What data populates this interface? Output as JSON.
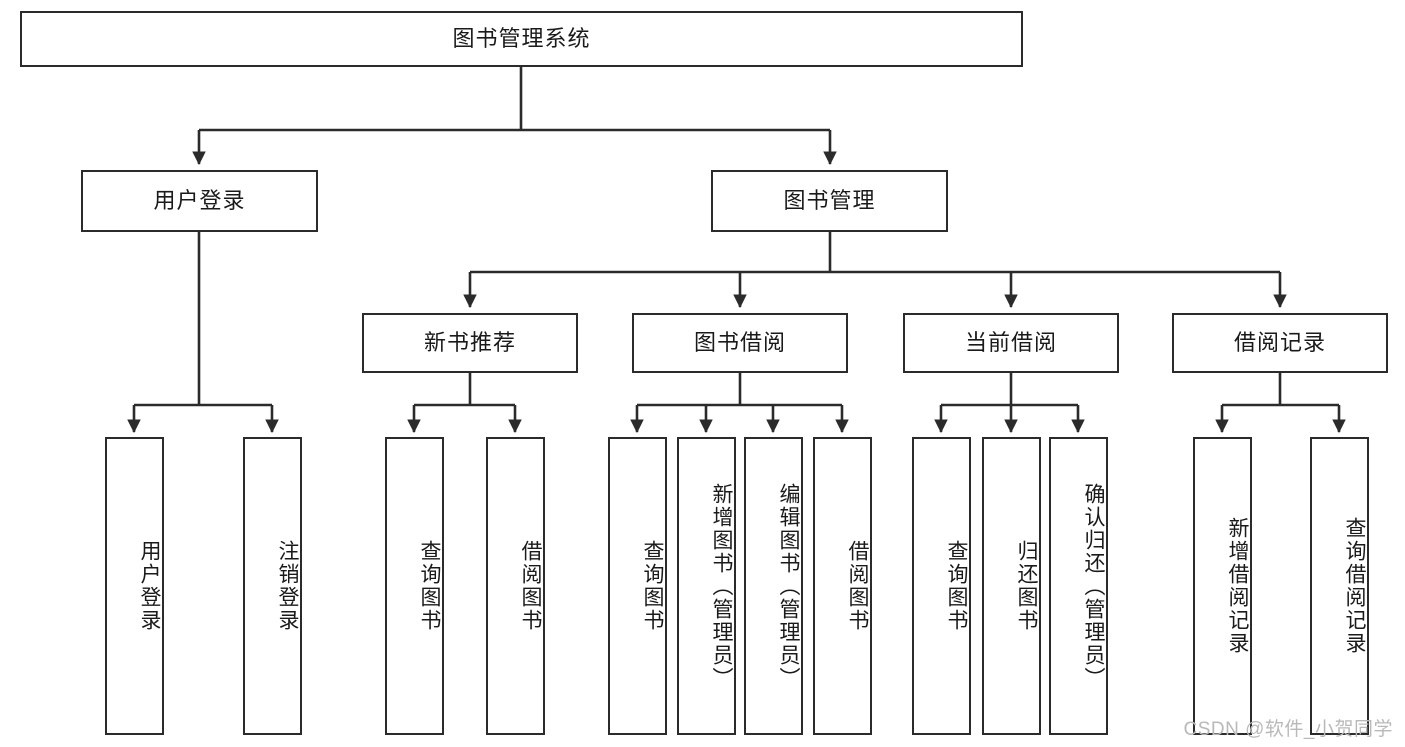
{
  "diagram": {
    "type": "tree-hierarchy-diagram",
    "title": "图书管理系统",
    "orientation": "top-down",
    "colors": {
      "stroke": "#2b2b2b",
      "fill": "#ffffff",
      "text": "#1a1a1a",
      "watermark": "#b9b9b9"
    }
  },
  "watermark": {
    "text": "CSDN @软件_小贺同学"
  },
  "nodes": {
    "root": {
      "label": "图书管理系统"
    },
    "level2": [
      {
        "id": "user-login",
        "label": "用户登录"
      },
      {
        "id": "book-management",
        "label": "图书管理"
      }
    ],
    "level3": [
      {
        "id": "new-book-recommend",
        "label": "新书推荐"
      },
      {
        "id": "book-borrow",
        "label": "图书借阅"
      },
      {
        "id": "current-borrow",
        "label": "当前借阅"
      },
      {
        "id": "borrow-record",
        "label": "借阅记录"
      }
    ],
    "leaves": [
      {
        "id": "leaf-user-login",
        "label": "用户登录",
        "parent": "user-login"
      },
      {
        "id": "leaf-logout-login",
        "label": "注销登录",
        "parent": "user-login"
      },
      {
        "id": "leaf-query-book-1",
        "label": "查询图书",
        "parent": "new-book-recommend"
      },
      {
        "id": "leaf-borrow-book-1",
        "label": "借阅图书",
        "parent": "new-book-recommend"
      },
      {
        "id": "leaf-query-book-2",
        "label": "查询图书",
        "parent": "book-borrow"
      },
      {
        "id": "leaf-add-book",
        "label": "新增图书（管理员）",
        "parent": "book-borrow"
      },
      {
        "id": "leaf-edit-book",
        "label": "编辑图书（管理员）",
        "parent": "book-borrow"
      },
      {
        "id": "leaf-borrow-book-2",
        "label": "借阅图书",
        "parent": "book-borrow"
      },
      {
        "id": "leaf-query-book-3",
        "label": "查询图书",
        "parent": "current-borrow"
      },
      {
        "id": "leaf-return-book",
        "label": "归还图书",
        "parent": "current-borrow"
      },
      {
        "id": "leaf-confirm-return",
        "label": "确认归还（管理员）",
        "parent": "current-borrow"
      },
      {
        "id": "leaf-add-borrow-record",
        "label": "新增借阅记录",
        "parent": "borrow-record"
      },
      {
        "id": "leaf-query-borrow-record",
        "label": "查询借阅记录",
        "parent": "borrow-record"
      }
    ]
  }
}
